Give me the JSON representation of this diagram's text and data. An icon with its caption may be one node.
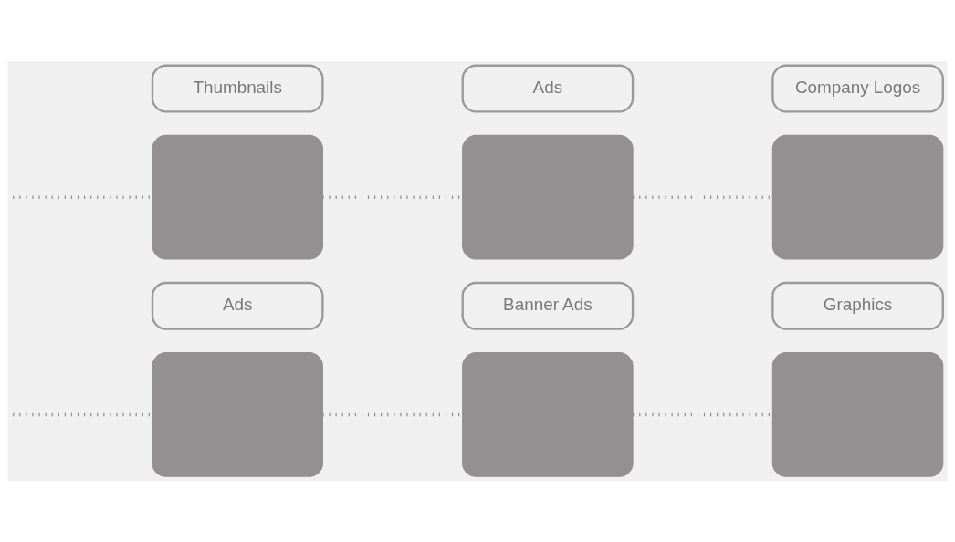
{
  "diagram": {
    "nodes": [
      {
        "text": [
          "Thumbnails"
        ]
      },
      {
        "text": [
          "Ads"
        ]
      },
      {
        "text": [
          "Company Logos"
        ]
      },
      {
        "text": [],
        "shape": "box"
      },
      {
        "text": [],
        "shape": "box"
      },
      {
        "text": [],
        "shape": "box"
      },
      {
        "text": [
          "Ads"
        ]
      },
      {
        "text": [
          "Banner Ads"
        ]
      },
      {
        "text": [
          "Graphics"
        ]
      },
      {
        "text": [],
        "shape": "box"
      },
      {
        "text": [],
        "shape": "box"
      },
      {
        "text": [],
        "shape": "box"
      }
    ],
    "edges": [
      {
        "from": null,
        "to": 3,
        "arrow": "none",
        "style": "dashed"
      },
      {
        "from": 3,
        "to": 4,
        "arrow": "none",
        "style": "dashed"
      },
      {
        "from": 4,
        "to": 5,
        "arrow": "none",
        "style": "dashed"
      },
      {
        "from": null,
        "to": 9,
        "arrow": "none",
        "style": "dashed"
      },
      {
        "from": 9,
        "to": 10,
        "arrow": "none",
        "style": "dashed"
      },
      {
        "from": 10,
        "to": 11,
        "arrow": "none",
        "style": "dashed"
      }
    ]
  }
}
